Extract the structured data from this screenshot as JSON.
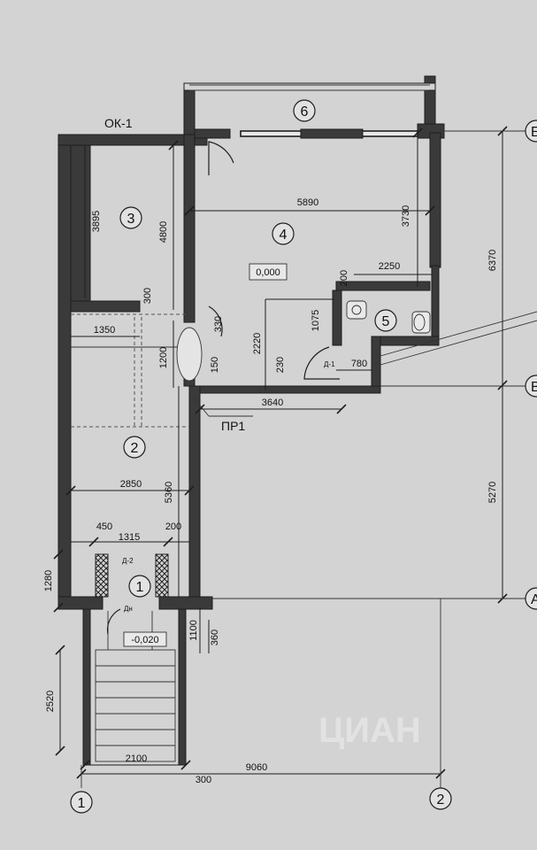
{
  "window_label": "ОК-1",
  "partition_label": "ПР1",
  "level_main": "0,000",
  "level_entry": "-0,020",
  "rooms": [
    "1",
    "2",
    "3",
    "4",
    "5",
    "6"
  ],
  "doors": [
    "Д-1",
    "Д-2",
    "Дн"
  ],
  "axes": {
    "vertical": [
      "1",
      "2"
    ],
    "horizontal": [
      "Б",
      "В",
      "А"
    ]
  },
  "dimensions": {
    "d5890": "5890",
    "d3730": "3730",
    "d2250": "2250",
    "d6370": "6370",
    "d5270": "5270",
    "d3895": "3895",
    "d4800": "4800",
    "d300a": "300",
    "d1350": "1350",
    "d1200": "1200",
    "d330": "330",
    "d150": "150",
    "d2220": "2220",
    "d230": "230",
    "d1075": "1075",
    "d200a": "200",
    "d780": "780",
    "d3640": "3640",
    "d2850": "2850",
    "d5360": "5360",
    "d450": "450",
    "d1315": "1315",
    "d200b": "200",
    "d1280": "1280",
    "d1100": "1100",
    "d360": "360",
    "d2520": "2520",
    "d2100": "2100",
    "d300b": "300",
    "d9060": "9060"
  },
  "watermark": "ЦИАН"
}
